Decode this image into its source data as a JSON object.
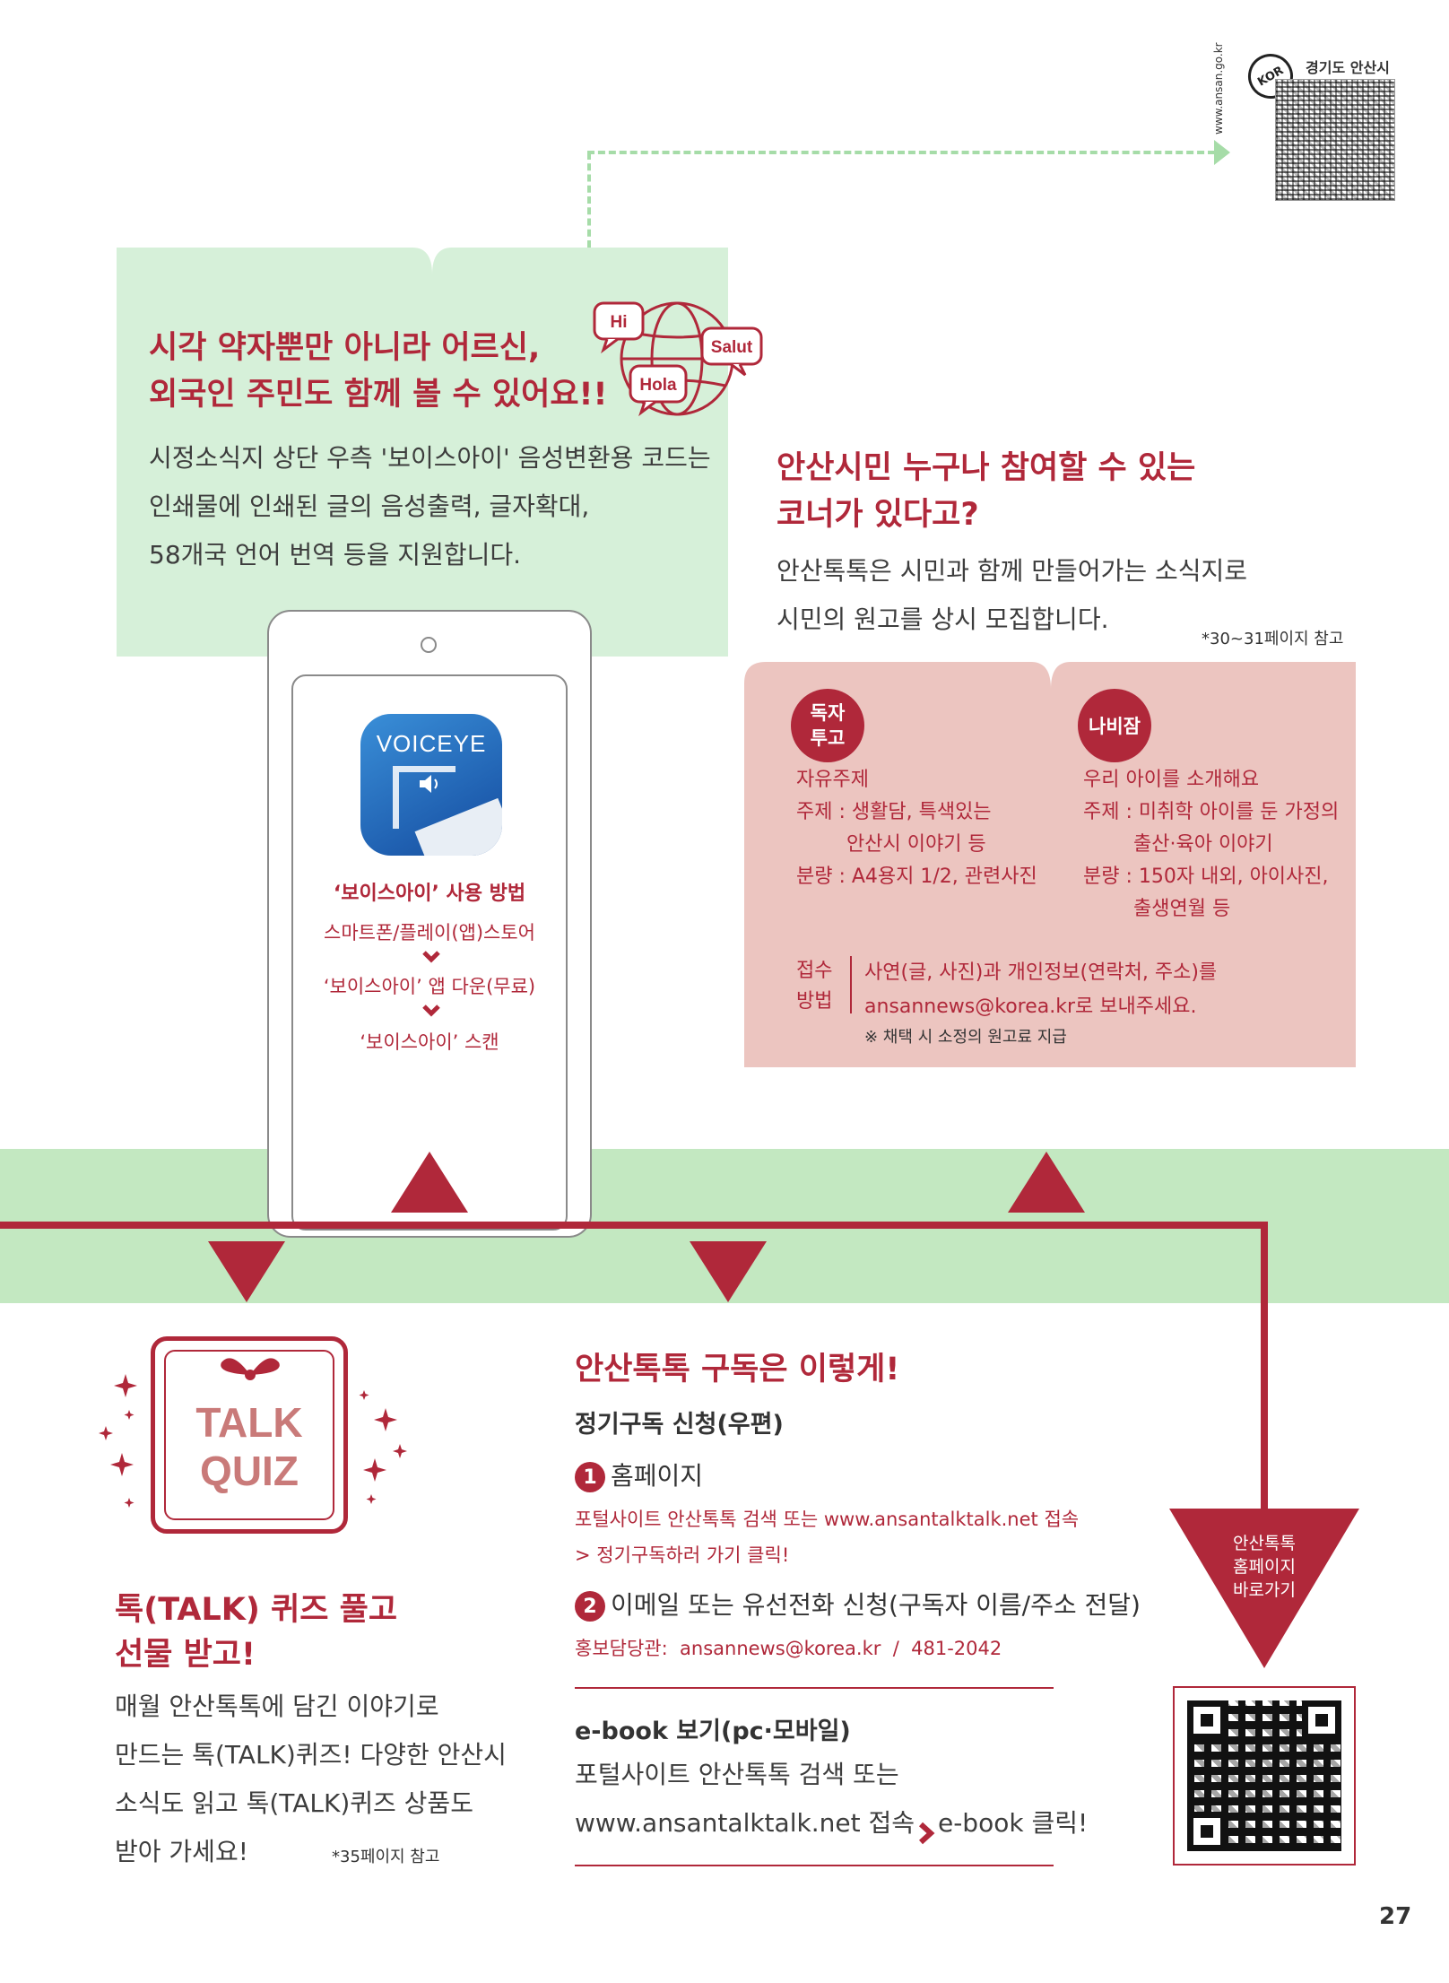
{
  "corner": {
    "badge": "KOR",
    "url": "www.ansan.go.kr",
    "region": "경기도 안산시"
  },
  "voiceeye_box": {
    "title_line1": "시각 약자뿐만 아니라 어르신,",
    "title_line2": "외국인 주민도 함께 볼 수 있어요!!",
    "body_line1": "시정소식지 상단 우측 '보이스아이' 음성변환용 코드는",
    "body_line2": "인쇄물에 인쇄된 글의 음성출력, 글자확대,",
    "body_line3": "58개국 언어 번역 등을 지원합니다.",
    "bubbles": [
      "Hi",
      "Salut",
      "Hola"
    ]
  },
  "phone": {
    "app_name": "VOICEYE",
    "howto_title": "‘보이스아이’ 사용 방법",
    "steps": [
      "스마트폰/플레이(앱)스토어",
      "‘보이스아이’ 앱 다운(무료)",
      "‘보이스아이’ 스캔"
    ]
  },
  "participate": {
    "title_line1": "안산시민 누구나 참여할 수 있는",
    "title_line2": "코너가 있다고?",
    "body_line1": "안산톡톡은 시민과 함께 만들어가는 소식지로",
    "body_line2": "시민의 원고를 상시 모집합니다.",
    "ref": "*30~31페이지 참고",
    "reader": {
      "badge_line1": "독자",
      "badge_line2": "투고",
      "lines": [
        "자유주제",
        "주제 : 생활담, 특색있는",
        "안산시 이야기 등",
        "분량 : A4용지 1/2, 관련사진"
      ]
    },
    "nabijam": {
      "badge": "나비잠",
      "lines": [
        "우리 아이를 소개해요",
        "주제 : 미취학 아이를 둔 가정의",
        "출산·육아 이야기",
        "분량 : 150자 내외, 아이사진,",
        "출생연월 등"
      ]
    },
    "submit": {
      "label_line1": "접수",
      "label_line2": "방법",
      "line1": "사연(글, 사진)과 개인정보(연락처, 주소)를",
      "line2": "ansannews@korea.kr로 보내주세요.",
      "note": "※ 채택 시 소정의 원고료 지급"
    }
  },
  "quiz": {
    "logo_line1": "TALK",
    "logo_line2": "QUIZ",
    "title_line1": "톡(TALK) 퀴즈 풀고",
    "title_line2": "선물 받고!",
    "body_line1": "매월 안산톡톡에 담긴 이야기로",
    "body_line2": "만드는 톡(TALK)퀴즈! 다양한 안산시",
    "body_line3": "소식도 읽고 톡(TALK)퀴즈 상품도",
    "body_line4": "받아 가세요!",
    "ref": "*35페이지 참고"
  },
  "subscribe": {
    "title": "안산톡톡 구독은 이렇게!",
    "regular_title": "정기구독 신청(우편)",
    "item1_num": "1",
    "item1_label": "홈페이지",
    "item1_detail_line1": "포털사이트 안산톡톡 검색 또는 www.ansantalktalk.net 접속",
    "item1_detail_line2": "> 정기구독하러 가기 클릭!",
    "item2_num": "2",
    "item2_label": "이메일 또는 유선전화 신청(구독자 이름/주소 전달)",
    "contact": "홍보담당관:  ansannews@korea.kr  /  481-2042",
    "ebook_title": "e-book 보기(pc·모바일)",
    "ebook_line1": "포털사이트 안산톡톡 검색 또는",
    "ebook_line2a": "www.ansantalktalk.net 접속",
    "ebook_line2b": "e-book 클릭!"
  },
  "homepage_arrow": {
    "line1": "안산톡톡",
    "line2": "홈페이지",
    "line3": "바로가기"
  },
  "page_number": "27",
  "colors": {
    "accent_red": "#b0283a",
    "light_green": "#d6f0d9",
    "band_green": "#c3e8c1",
    "pink_box": "#ecc5c0",
    "dash_green": "#a6dca8"
  }
}
